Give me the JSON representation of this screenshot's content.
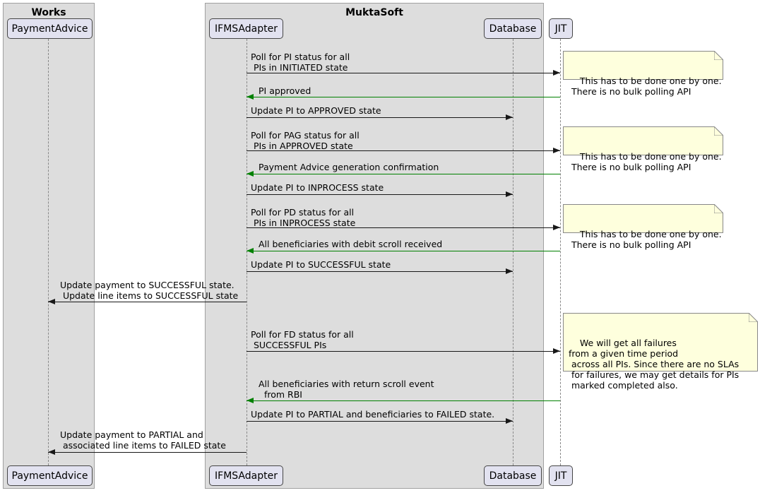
{
  "diagram": {
    "boxes": [
      {
        "title": "Works"
      },
      {
        "title": "MuktaSoft"
      }
    ],
    "participants": [
      {
        "name": "PaymentAdvice"
      },
      {
        "name": "IFMSAdapter"
      },
      {
        "name": "Database"
      },
      {
        "name": "JIT"
      }
    ],
    "messages": [
      {
        "from": "IFMSAdapter",
        "to": "JIT",
        "color": "black",
        "text": "Poll for PI status for all\n PIs in INITIATED state"
      },
      {
        "from": "JIT",
        "to": "IFMSAdapter",
        "color": "green",
        "text": "PI approved"
      },
      {
        "from": "IFMSAdapter",
        "to": "Database",
        "color": "black",
        "text": "Update PI to APPROVED state"
      },
      {
        "from": "IFMSAdapter",
        "to": "JIT",
        "color": "black",
        "text": "Poll for PAG status for all\n PIs in APPROVED state"
      },
      {
        "from": "JIT",
        "to": "IFMSAdapter",
        "color": "green",
        "text": "Payment Advice generation confirmation"
      },
      {
        "from": "IFMSAdapter",
        "to": "Database",
        "color": "black",
        "text": "Update PI to INPROCESS state"
      },
      {
        "from": "IFMSAdapter",
        "to": "JIT",
        "color": "black",
        "text": "Poll for PD status for all\n PIs in INPROCESS state"
      },
      {
        "from": "JIT",
        "to": "IFMSAdapter",
        "color": "green",
        "text": "All beneficiaries with debit scroll received"
      },
      {
        "from": "IFMSAdapter",
        "to": "Database",
        "color": "black",
        "text": "Update PI to SUCCESSFUL state"
      },
      {
        "from": "IFMSAdapter",
        "to": "PaymentAdvice",
        "color": "black",
        "text": "Update payment to SUCCESSFUL state.\n Update line items to SUCCESSFUL state"
      },
      {
        "from": "IFMSAdapter",
        "to": "JIT",
        "color": "black",
        "text": "Poll for FD status for all\n SUCCESSFUL PIs"
      },
      {
        "from": "JIT",
        "to": "IFMSAdapter",
        "color": "green",
        "text": "All beneficiaries with return scroll event\n  from RBI"
      },
      {
        "from": "IFMSAdapter",
        "to": "Database",
        "color": "black",
        "text": "Update PI to PARTIAL and beneficiaries to FAILED state."
      },
      {
        "from": "IFMSAdapter",
        "to": "PaymentAdvice",
        "color": "black",
        "text": "Update payment to PARTIAL and\n associated line items to FAILED state"
      }
    ],
    "notes": [
      {
        "text": "This has to be done one by one.\n There is no bulk polling API"
      },
      {
        "text": "This has to be done one by one.\n There is no bulk polling API"
      },
      {
        "text": "This has to be done one by one.\n There is no bulk polling API"
      },
      {
        "text": "We will get all failures\nfrom a given time period\n across all PIs. Since there are no SLAs\n for failures, we may get details for PIs\n marked completed also."
      }
    ],
    "colors": {
      "box_fill": "#dddddd",
      "participant_fill": "#e2e2f0",
      "note_fill": "#feffdd",
      "arrow": "#181818",
      "return_arrow": "#008000"
    }
  }
}
